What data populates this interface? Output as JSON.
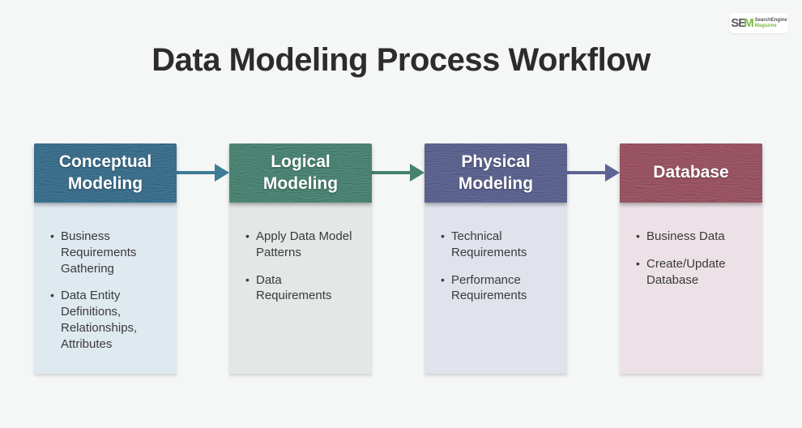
{
  "page": {
    "title": "Data Modeling Process Workflow",
    "background": "#f5f6f6",
    "title_color": "#2c2c2c"
  },
  "logo": {
    "se": "SE",
    "m": "M",
    "line1": "SearchEngine",
    "line2": "Magazine",
    "green": "#7cb942",
    "dark": "#58595b"
  },
  "diagram": {
    "columns": [
      {
        "id": "conceptual-modeling",
        "title": "Conceptual Modeling",
        "title_lines": [
          "Conceptual",
          "Modeling"
        ],
        "header_color": "#3e7391",
        "body_color": "#dfe9f0",
        "items": [
          "Business Requirements Gathering",
          "Data Entity Definitions, Relationships, Attributes"
        ]
      },
      {
        "id": "logical-modeling",
        "title": "Logical Modeling",
        "title_lines": [
          "Logical",
          "Modeling"
        ],
        "header_color": "#4e8877",
        "body_color": "#e3e7e5",
        "items": [
          "Apply Data Model Patterns",
          "Data Requirements"
        ]
      },
      {
        "id": "physical-modeling",
        "title": "Physical Modeling",
        "title_lines": [
          "Physical",
          "Modeling"
        ],
        "header_color": "#5f6793",
        "body_color": "#e0e3ec",
        "items": [
          "Technical Requirements",
          "Performance Requirements"
        ]
      },
      {
        "id": "database",
        "title": "Database",
        "title_lines": [
          "Database"
        ],
        "header_color": "#9e5766",
        "body_color": "#ece1e6",
        "items": [
          "Business Data",
          "Create/Update Database"
        ]
      }
    ],
    "arrows": [
      {
        "color": "#3d7b97"
      },
      {
        "color": "#45836f"
      },
      {
        "color": "#5d6594"
      }
    ]
  }
}
